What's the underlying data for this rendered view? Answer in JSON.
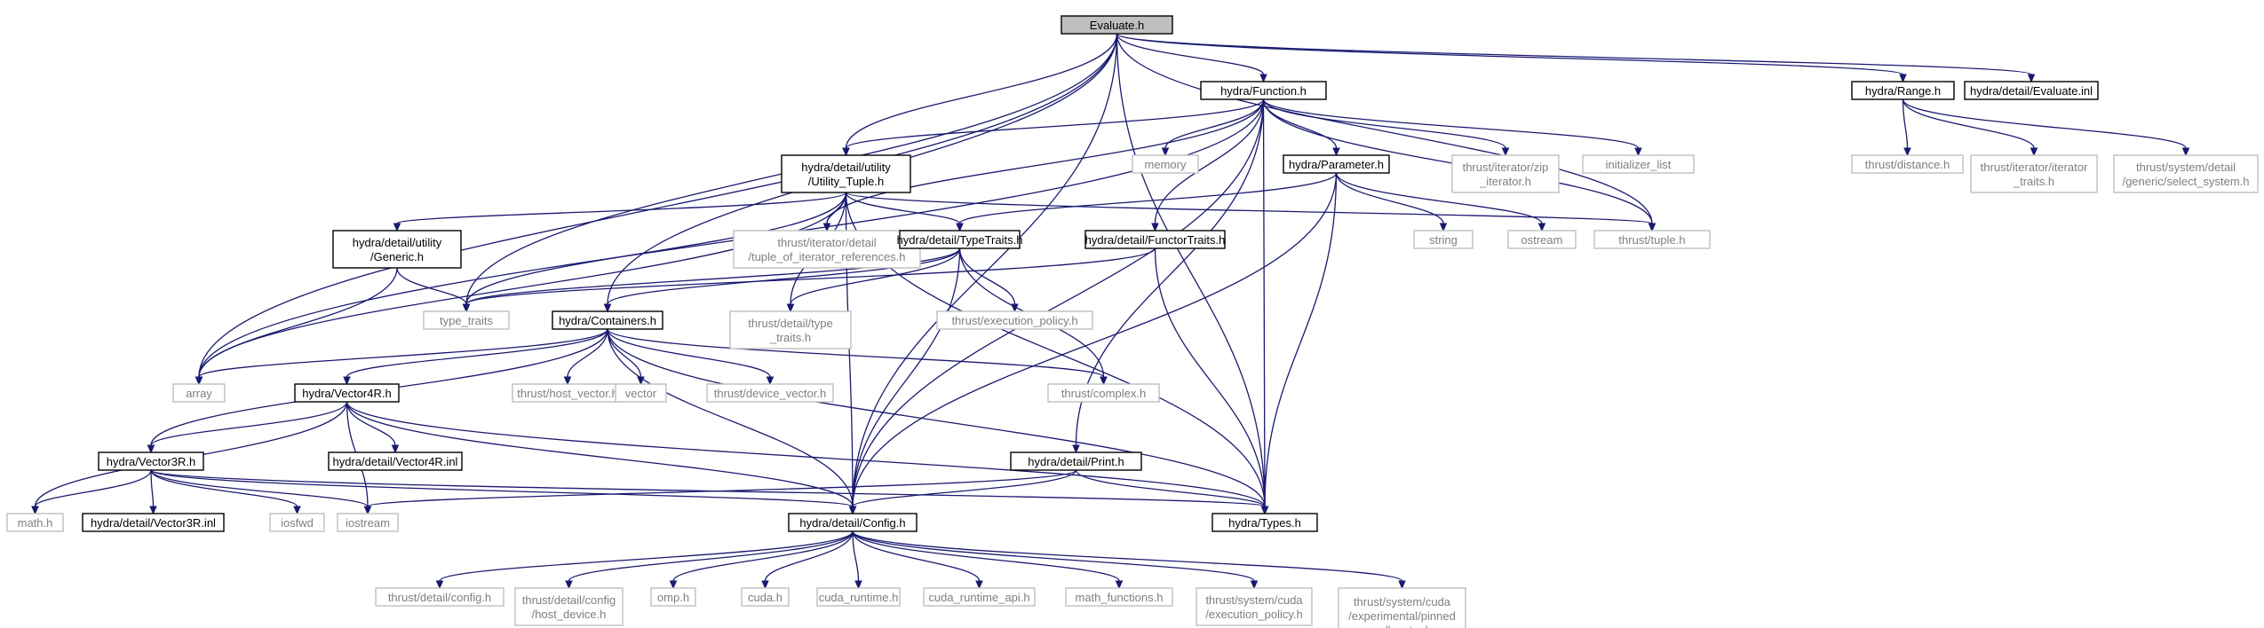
{
  "colors": {
    "edge": "#191970",
    "root_fill": "#bfbfbf",
    "doc_border": "#000000",
    "system_border": "#bfbfbf",
    "system_text": "#7f7f7f"
  },
  "nodes": [
    {
      "id": "evaluate",
      "label": [
        "Evaluate.h"
      ],
      "kind": "root"
    },
    {
      "id": "function",
      "label": [
        "hydra/Function.h"
      ],
      "kind": "doc"
    },
    {
      "id": "range",
      "label": [
        "hydra/Range.h"
      ],
      "kind": "doc"
    },
    {
      "id": "evalinl",
      "label": [
        "hydra/detail/Evaluate.inl"
      ],
      "kind": "doc"
    },
    {
      "id": "utiltuple",
      "label": [
        "hydra/detail/utility",
        "/Utility_Tuple.h"
      ],
      "kind": "doc"
    },
    {
      "id": "memory",
      "label": [
        "memory"
      ],
      "kind": "sys"
    },
    {
      "id": "parameter",
      "label": [
        "hydra/Parameter.h"
      ],
      "kind": "doc"
    },
    {
      "id": "zipiter",
      "label": [
        "thrust/iterator/zip",
        "_iterator.h"
      ],
      "kind": "sys"
    },
    {
      "id": "initlist",
      "label": [
        "initializer_list"
      ],
      "kind": "sys"
    },
    {
      "id": "distance",
      "label": [
        "thrust/distance.h"
      ],
      "kind": "sys"
    },
    {
      "id": "itertraits",
      "label": [
        "thrust/iterator/iterator",
        "_traits.h"
      ],
      "kind": "sys"
    },
    {
      "id": "selectsys",
      "label": [
        "thrust/system/detail",
        "/generic/select_system.h"
      ],
      "kind": "sys"
    },
    {
      "id": "generic",
      "label": [
        "hydra/detail/utility",
        "/Generic.h"
      ],
      "kind": "doc"
    },
    {
      "id": "tupleiterrefs",
      "label": [
        "thrust/iterator/detail",
        "/tuple_of_iterator_references.h"
      ],
      "kind": "sys"
    },
    {
      "id": "typetraits",
      "label": [
        "hydra/detail/TypeTraits.h"
      ],
      "kind": "doc"
    },
    {
      "id": "functortraits",
      "label": [
        "hydra/detail/FunctorTraits.h"
      ],
      "kind": "doc"
    },
    {
      "id": "string",
      "label": [
        "string"
      ],
      "kind": "sys"
    },
    {
      "id": "ostream",
      "label": [
        "ostream"
      ],
      "kind": "sys"
    },
    {
      "id": "tuple",
      "label": [
        "thrust/tuple.h"
      ],
      "kind": "sys"
    },
    {
      "id": "type_traits",
      "label": [
        "type_traits"
      ],
      "kind": "sys"
    },
    {
      "id": "containers",
      "label": [
        "hydra/Containers.h"
      ],
      "kind": "doc"
    },
    {
      "id": "thrusttypetraits",
      "label": [
        "thrust/detail/type",
        "_traits.h"
      ],
      "kind": "sys"
    },
    {
      "id": "execpolicy",
      "label": [
        "thrust/execution_policy.h"
      ],
      "kind": "sys"
    },
    {
      "id": "array",
      "label": [
        "array"
      ],
      "kind": "sys"
    },
    {
      "id": "vector4r",
      "label": [
        "hydra/Vector4R.h"
      ],
      "kind": "doc"
    },
    {
      "id": "hostvector",
      "label": [
        "thrust/host_vector.h"
      ],
      "kind": "sys"
    },
    {
      "id": "vector",
      "label": [
        "vector"
      ],
      "kind": "sys"
    },
    {
      "id": "devicevector",
      "label": [
        "thrust/device_vector.h"
      ],
      "kind": "sys"
    },
    {
      "id": "complex",
      "label": [
        "thrust/complex.h"
      ],
      "kind": "sys"
    },
    {
      "id": "vector3r",
      "label": [
        "hydra/Vector3R.h"
      ],
      "kind": "doc"
    },
    {
      "id": "vector4rinl",
      "label": [
        "hydra/detail/Vector4R.inl"
      ],
      "kind": "doc"
    },
    {
      "id": "print",
      "label": [
        "hydra/detail/Print.h"
      ],
      "kind": "doc"
    },
    {
      "id": "math",
      "label": [
        "math.h"
      ],
      "kind": "sys"
    },
    {
      "id": "vector3rinl",
      "label": [
        "hydra/detail/Vector3R.inl"
      ],
      "kind": "doc"
    },
    {
      "id": "iosfwd",
      "label": [
        "iosfwd"
      ],
      "kind": "sys"
    },
    {
      "id": "iostream",
      "label": [
        "iostream"
      ],
      "kind": "sys"
    },
    {
      "id": "config",
      "label": [
        "hydra/detail/Config.h"
      ],
      "kind": "doc"
    },
    {
      "id": "types",
      "label": [
        "hydra/Types.h"
      ],
      "kind": "doc"
    },
    {
      "id": "thrustconfig",
      "label": [
        "thrust/detail/config.h"
      ],
      "kind": "sys"
    },
    {
      "id": "hostdevice",
      "label": [
        "thrust/detail/config",
        "/host_device.h"
      ],
      "kind": "sys"
    },
    {
      "id": "omp",
      "label": [
        "omp.h"
      ],
      "kind": "sys"
    },
    {
      "id": "cuda",
      "label": [
        "cuda.h"
      ],
      "kind": "sys"
    },
    {
      "id": "cudaruntime",
      "label": [
        "cuda_runtime.h"
      ],
      "kind": "sys"
    },
    {
      "id": "cudaruntimeapi",
      "label": [
        "cuda_runtime_api.h"
      ],
      "kind": "sys"
    },
    {
      "id": "mathfunctions",
      "label": [
        "math_functions.h"
      ],
      "kind": "sys"
    },
    {
      "id": "cudaexecpolicy",
      "label": [
        "thrust/system/cuda",
        "/execution_policy.h"
      ],
      "kind": "sys"
    },
    {
      "id": "pinnedalloc",
      "label": [
        "thrust/system/cuda",
        "/experimental/pinned",
        "_allocator.h"
      ],
      "kind": "sys"
    }
  ],
  "edges": [
    [
      "evaluate",
      "function"
    ],
    [
      "evaluate",
      "range"
    ],
    [
      "evaluate",
      "evalinl"
    ],
    [
      "evaluate",
      "utiltuple"
    ],
    [
      "evaluate",
      "containers"
    ],
    [
      "evaluate",
      "type_traits"
    ],
    [
      "evaluate",
      "array"
    ],
    [
      "evaluate",
      "config"
    ],
    [
      "evaluate",
      "types"
    ],
    [
      "evaluate",
      "tuple"
    ],
    [
      "function",
      "utiltuple"
    ],
    [
      "function",
      "memory"
    ],
    [
      "function",
      "parameter"
    ],
    [
      "function",
      "zipiter"
    ],
    [
      "function",
      "initlist"
    ],
    [
      "function",
      "tuple"
    ],
    [
      "function",
      "tupleiterrefs"
    ],
    [
      "function",
      "functortraits"
    ],
    [
      "function",
      "print"
    ],
    [
      "function",
      "config"
    ],
    [
      "function",
      "types"
    ],
    [
      "function",
      "array"
    ],
    [
      "range",
      "distance"
    ],
    [
      "range",
      "itertraits"
    ],
    [
      "range",
      "selectsys"
    ],
    [
      "utiltuple",
      "generic"
    ],
    [
      "utiltuple",
      "tupleiterrefs"
    ],
    [
      "utiltuple",
      "typetraits"
    ],
    [
      "utiltuple",
      "tuple"
    ],
    [
      "utiltuple",
      "type_traits"
    ],
    [
      "utiltuple",
      "array"
    ],
    [
      "utiltuple",
      "thrusttypetraits"
    ],
    [
      "utiltuple",
      "config"
    ],
    [
      "utiltuple",
      "types"
    ],
    [
      "parameter",
      "typetraits"
    ],
    [
      "parameter",
      "string"
    ],
    [
      "parameter",
      "ostream"
    ],
    [
      "parameter",
      "config"
    ],
    [
      "parameter",
      "types"
    ],
    [
      "generic",
      "type_traits"
    ],
    [
      "generic",
      "array"
    ],
    [
      "typetraits",
      "type_traits"
    ],
    [
      "typetraits",
      "thrusttypetraits"
    ],
    [
      "typetraits",
      "execpolicy"
    ],
    [
      "typetraits",
      "complex"
    ],
    [
      "typetraits",
      "containers"
    ],
    [
      "typetraits",
      "config"
    ],
    [
      "functortraits",
      "type_traits"
    ],
    [
      "functortraits",
      "types"
    ],
    [
      "containers",
      "array"
    ],
    [
      "containers",
      "vector4r"
    ],
    [
      "containers",
      "vector3r"
    ],
    [
      "containers",
      "hostvector"
    ],
    [
      "containers",
      "vector"
    ],
    [
      "containers",
      "devicevector"
    ],
    [
      "containers",
      "complex"
    ],
    [
      "containers",
      "config"
    ],
    [
      "containers",
      "types"
    ],
    [
      "vector4r",
      "vector3r"
    ],
    [
      "vector4r",
      "vector4rinl"
    ],
    [
      "vector4r",
      "math"
    ],
    [
      "vector4r",
      "iostream"
    ],
    [
      "vector4r",
      "config"
    ],
    [
      "vector4r",
      "types"
    ],
    [
      "vector3r",
      "math"
    ],
    [
      "vector3r",
      "vector3rinl"
    ],
    [
      "vector3r",
      "iosfwd"
    ],
    [
      "vector3r",
      "iostream"
    ],
    [
      "vector3r",
      "config"
    ],
    [
      "vector3r",
      "types"
    ],
    [
      "print",
      "iostream"
    ],
    [
      "print",
      "config"
    ],
    [
      "print",
      "types"
    ],
    [
      "config",
      "thrustconfig"
    ],
    [
      "config",
      "hostdevice"
    ],
    [
      "config",
      "omp"
    ],
    [
      "config",
      "cuda"
    ],
    [
      "config",
      "cudaruntime"
    ],
    [
      "config",
      "cudaruntimeapi"
    ],
    [
      "config",
      "mathfunctions"
    ],
    [
      "config",
      "cudaexecpolicy"
    ],
    [
      "config",
      "pinnedalloc"
    ]
  ]
}
